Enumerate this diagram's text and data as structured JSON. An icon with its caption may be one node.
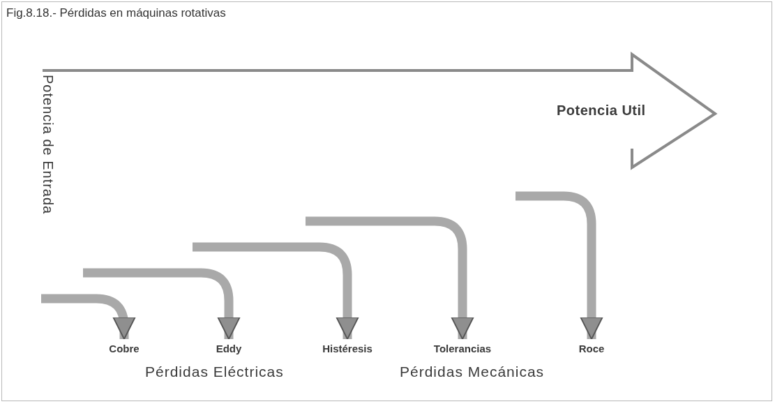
{
  "diagram": {
    "title": "Fig.8.18.- Pérdidas en máquinas rotativas",
    "nodes": [
      {
        "text": [
          "Potencia Util"
        ]
      },
      {
        "text": [
          "Cobre"
        ]
      },
      {
        "text": [
          "Eddy"
        ]
      },
      {
        "text": [
          "Histéresis"
        ]
      },
      {
        "text": [
          "Tolerancias"
        ]
      },
      {
        "text": [
          "Roce"
        ]
      }
    ],
    "edges": [
      {
        "from": null,
        "to": 1,
        "arrow": "to"
      },
      {
        "from": null,
        "to": 2,
        "arrow": "to"
      },
      {
        "from": null,
        "to": 3,
        "arrow": "to"
      },
      {
        "from": null,
        "to": 4,
        "arrow": "to"
      },
      {
        "from": null,
        "to": 5,
        "arrow": "to"
      }
    ],
    "labels": [
      "Potencia de Entrada",
      "Pérdidas Eléctricas",
      "Pérdidas Mecánicas"
    ]
  }
}
